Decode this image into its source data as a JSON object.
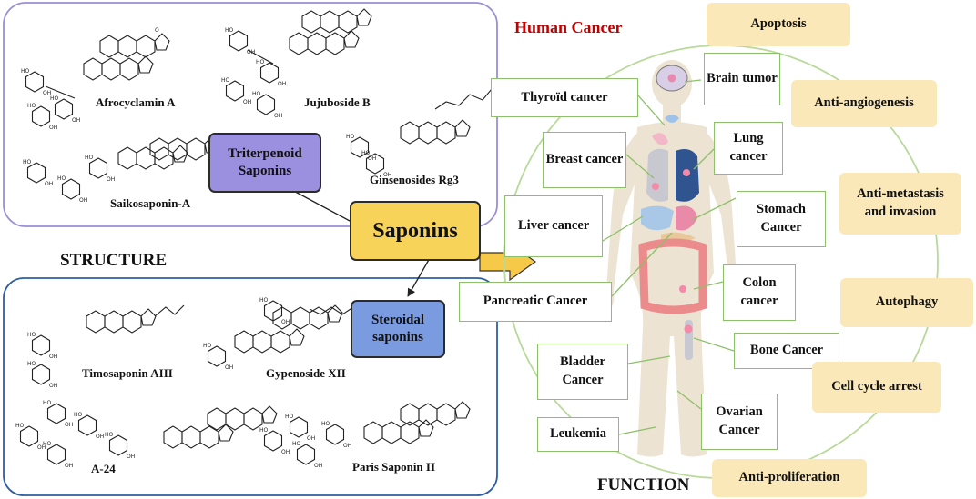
{
  "left": {
    "structure_label": "STRUCTURE",
    "center_label": "Saponins",
    "triterpenoid": {
      "label": "Triterpenoid Saponins",
      "compounds": [
        "Afrocyclamin A",
        "Jujuboside B",
        "Ginsenosides Rg3",
        "Saikosaponin-A"
      ]
    },
    "steroidal": {
      "label": "Steroidal saponins",
      "compounds": [
        "Timosaponin AIII",
        "Gypenoside XII",
        "A-24",
        "Paris Saponin II"
      ]
    }
  },
  "right": {
    "title": "Human Cancer",
    "function_label": "FUNCTION",
    "cancers": [
      "Thyroïd cancer",
      "Brain tumor",
      "Breast cancer",
      "Lung cancer",
      "Liver cancer",
      "Stomach Cancer",
      "Pancreatic Cancer",
      "Colon cancer",
      "Bone Cancer",
      "Bladder Cancer",
      "Ovarian Cancer",
      "Leukemia"
    ],
    "functions": [
      "Apoptosis",
      "Anti-angiogenesis",
      "Anti-metastasis and invasion",
      "Autophagy",
      "Cell cycle arrest",
      "Anti-proliferation"
    ]
  },
  "colors": {
    "triterpenoid_frame": "#9a8fd6",
    "steroidal_frame": "#2f5fa0",
    "triterpenoid_box": "#9b8fe0",
    "steroidal_box": "#7b9be0",
    "saponins_box": "#f7d35a",
    "arrow": "#f7c948",
    "human_cancer_title": "#c00000",
    "cancer_box_border": "#8dc06a",
    "function_box": "#fbe8b8",
    "circle": "#b9d99a",
    "body": "#ede3d2"
  }
}
